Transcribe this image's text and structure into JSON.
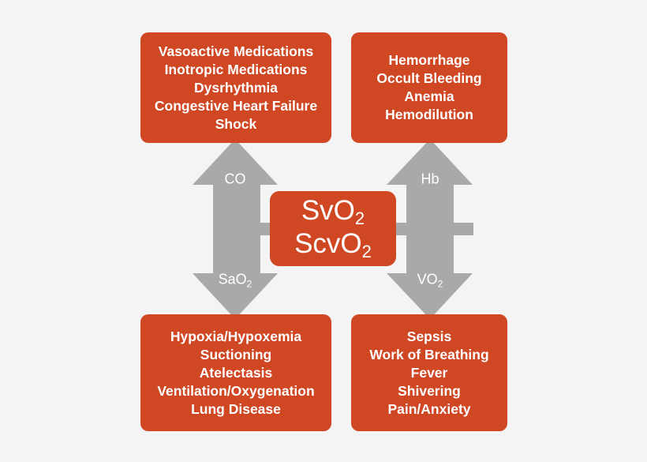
{
  "colors": {
    "box_fill": "#d04724",
    "arrow_fill": "#a9a9a9",
    "text": "#ffffff",
    "background": "#f4f4f4"
  },
  "center": {
    "line1_base": "SvO",
    "line1_sub": "2",
    "line2_base": "ScvO",
    "line2_sub": "2"
  },
  "arrows": {
    "co": {
      "label": "CO",
      "direction": "up"
    },
    "hb": {
      "label": "Hb",
      "direction": "up"
    },
    "sao2": {
      "label_base": "SaO",
      "label_sub": "2",
      "direction": "down"
    },
    "vo2": {
      "label_base": "VO",
      "label_sub": "2",
      "direction": "down"
    }
  },
  "boxes": {
    "top_left": {
      "items": [
        "Vasoactive Medications",
        "Inotropic Medications",
        "Dysrhythmia",
        "Congestive Heart Failure",
        "Shock"
      ]
    },
    "top_right": {
      "items": [
        "Hemorrhage",
        "Occult Bleeding",
        "Anemia",
        "Hemodilution"
      ]
    },
    "bottom_left": {
      "items": [
        "Hypoxia/Hypoxemia",
        "Suctioning",
        "Atelectasis",
        "Ventilation/Oxygenation",
        "Lung Disease"
      ]
    },
    "bottom_right": {
      "items": [
        "Sepsis",
        "Work of Breathing",
        "Fever",
        "Shivering",
        "Pain/Anxiety"
      ]
    }
  }
}
